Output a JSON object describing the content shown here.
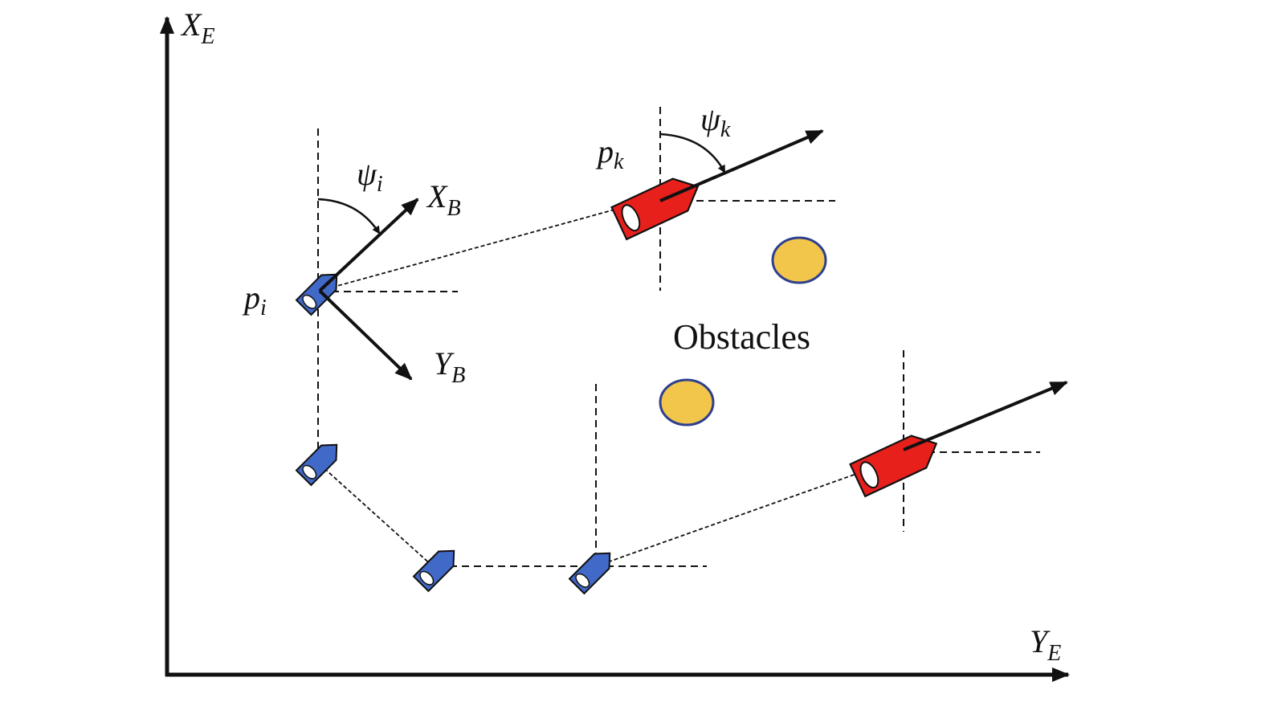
{
  "axes": {
    "vertical": {
      "main": "X",
      "sub": "E"
    },
    "horizontal": {
      "main": "Y",
      "sub": "E"
    }
  },
  "body_frame": {
    "x_axis": {
      "main": "X",
      "sub": "B"
    },
    "y_axis": {
      "main": "Y",
      "sub": "B"
    }
  },
  "labels": {
    "pos_i": {
      "main": "p",
      "sub": "i"
    },
    "pos_k": {
      "main": "p",
      "sub": "k"
    },
    "heading_i": {
      "main": "ψ",
      "sub": "i"
    },
    "heading_k": {
      "main": "ψ",
      "sub": "k"
    },
    "obstacles": "Obstacles"
  },
  "colors": {
    "follower": "#4169c8",
    "leader": "#e8201c",
    "obstacle_fill": "#f2c54b",
    "obstacle_stroke": "#2e3f8f",
    "ink": "#111111"
  }
}
